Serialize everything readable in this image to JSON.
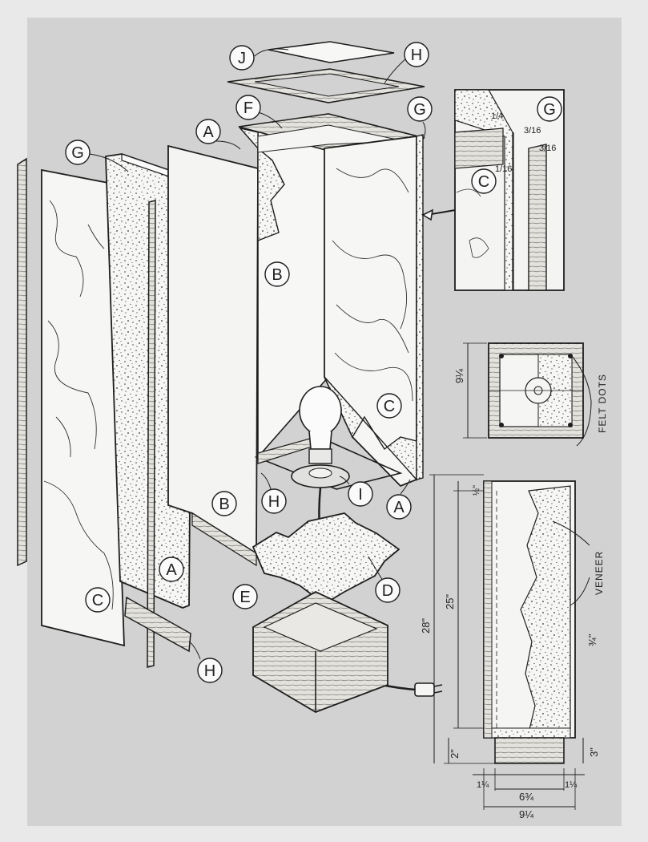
{
  "colors": {
    "page": "#e9e9e9",
    "panel": "#d2d2d2",
    "ink": "#1e1e1e",
    "board": "#f6f6f4",
    "speckle": "#3a3a3a"
  },
  "parts": {
    "A": "A",
    "B": "B",
    "C": "C",
    "D": "D",
    "E": "E",
    "F": "F",
    "G": "G",
    "H": "H",
    "I": "I",
    "J": "J"
  },
  "detail": {
    "dim_quarter": "1/4",
    "dim_3_16a": "3/16",
    "dim_3_16b": "3/16",
    "dim_1_16": "1/16"
  },
  "top_view": {
    "width": "9¼",
    "note": "FELT DOTS"
  },
  "section": {
    "overall_height": "28\"",
    "inner_height": "25\"",
    "top_gap": "½\"",
    "veneer": "VENEER",
    "wall": "¾\"",
    "base_height": "2\"",
    "bottom_gap": "3\"",
    "left_margin": "1¼",
    "inner_width": "6¾",
    "right_margin": "1¼",
    "outer_width": "9¼"
  },
  "icons": [
    "light-bulb-icon",
    "power-plug-icon"
  ]
}
